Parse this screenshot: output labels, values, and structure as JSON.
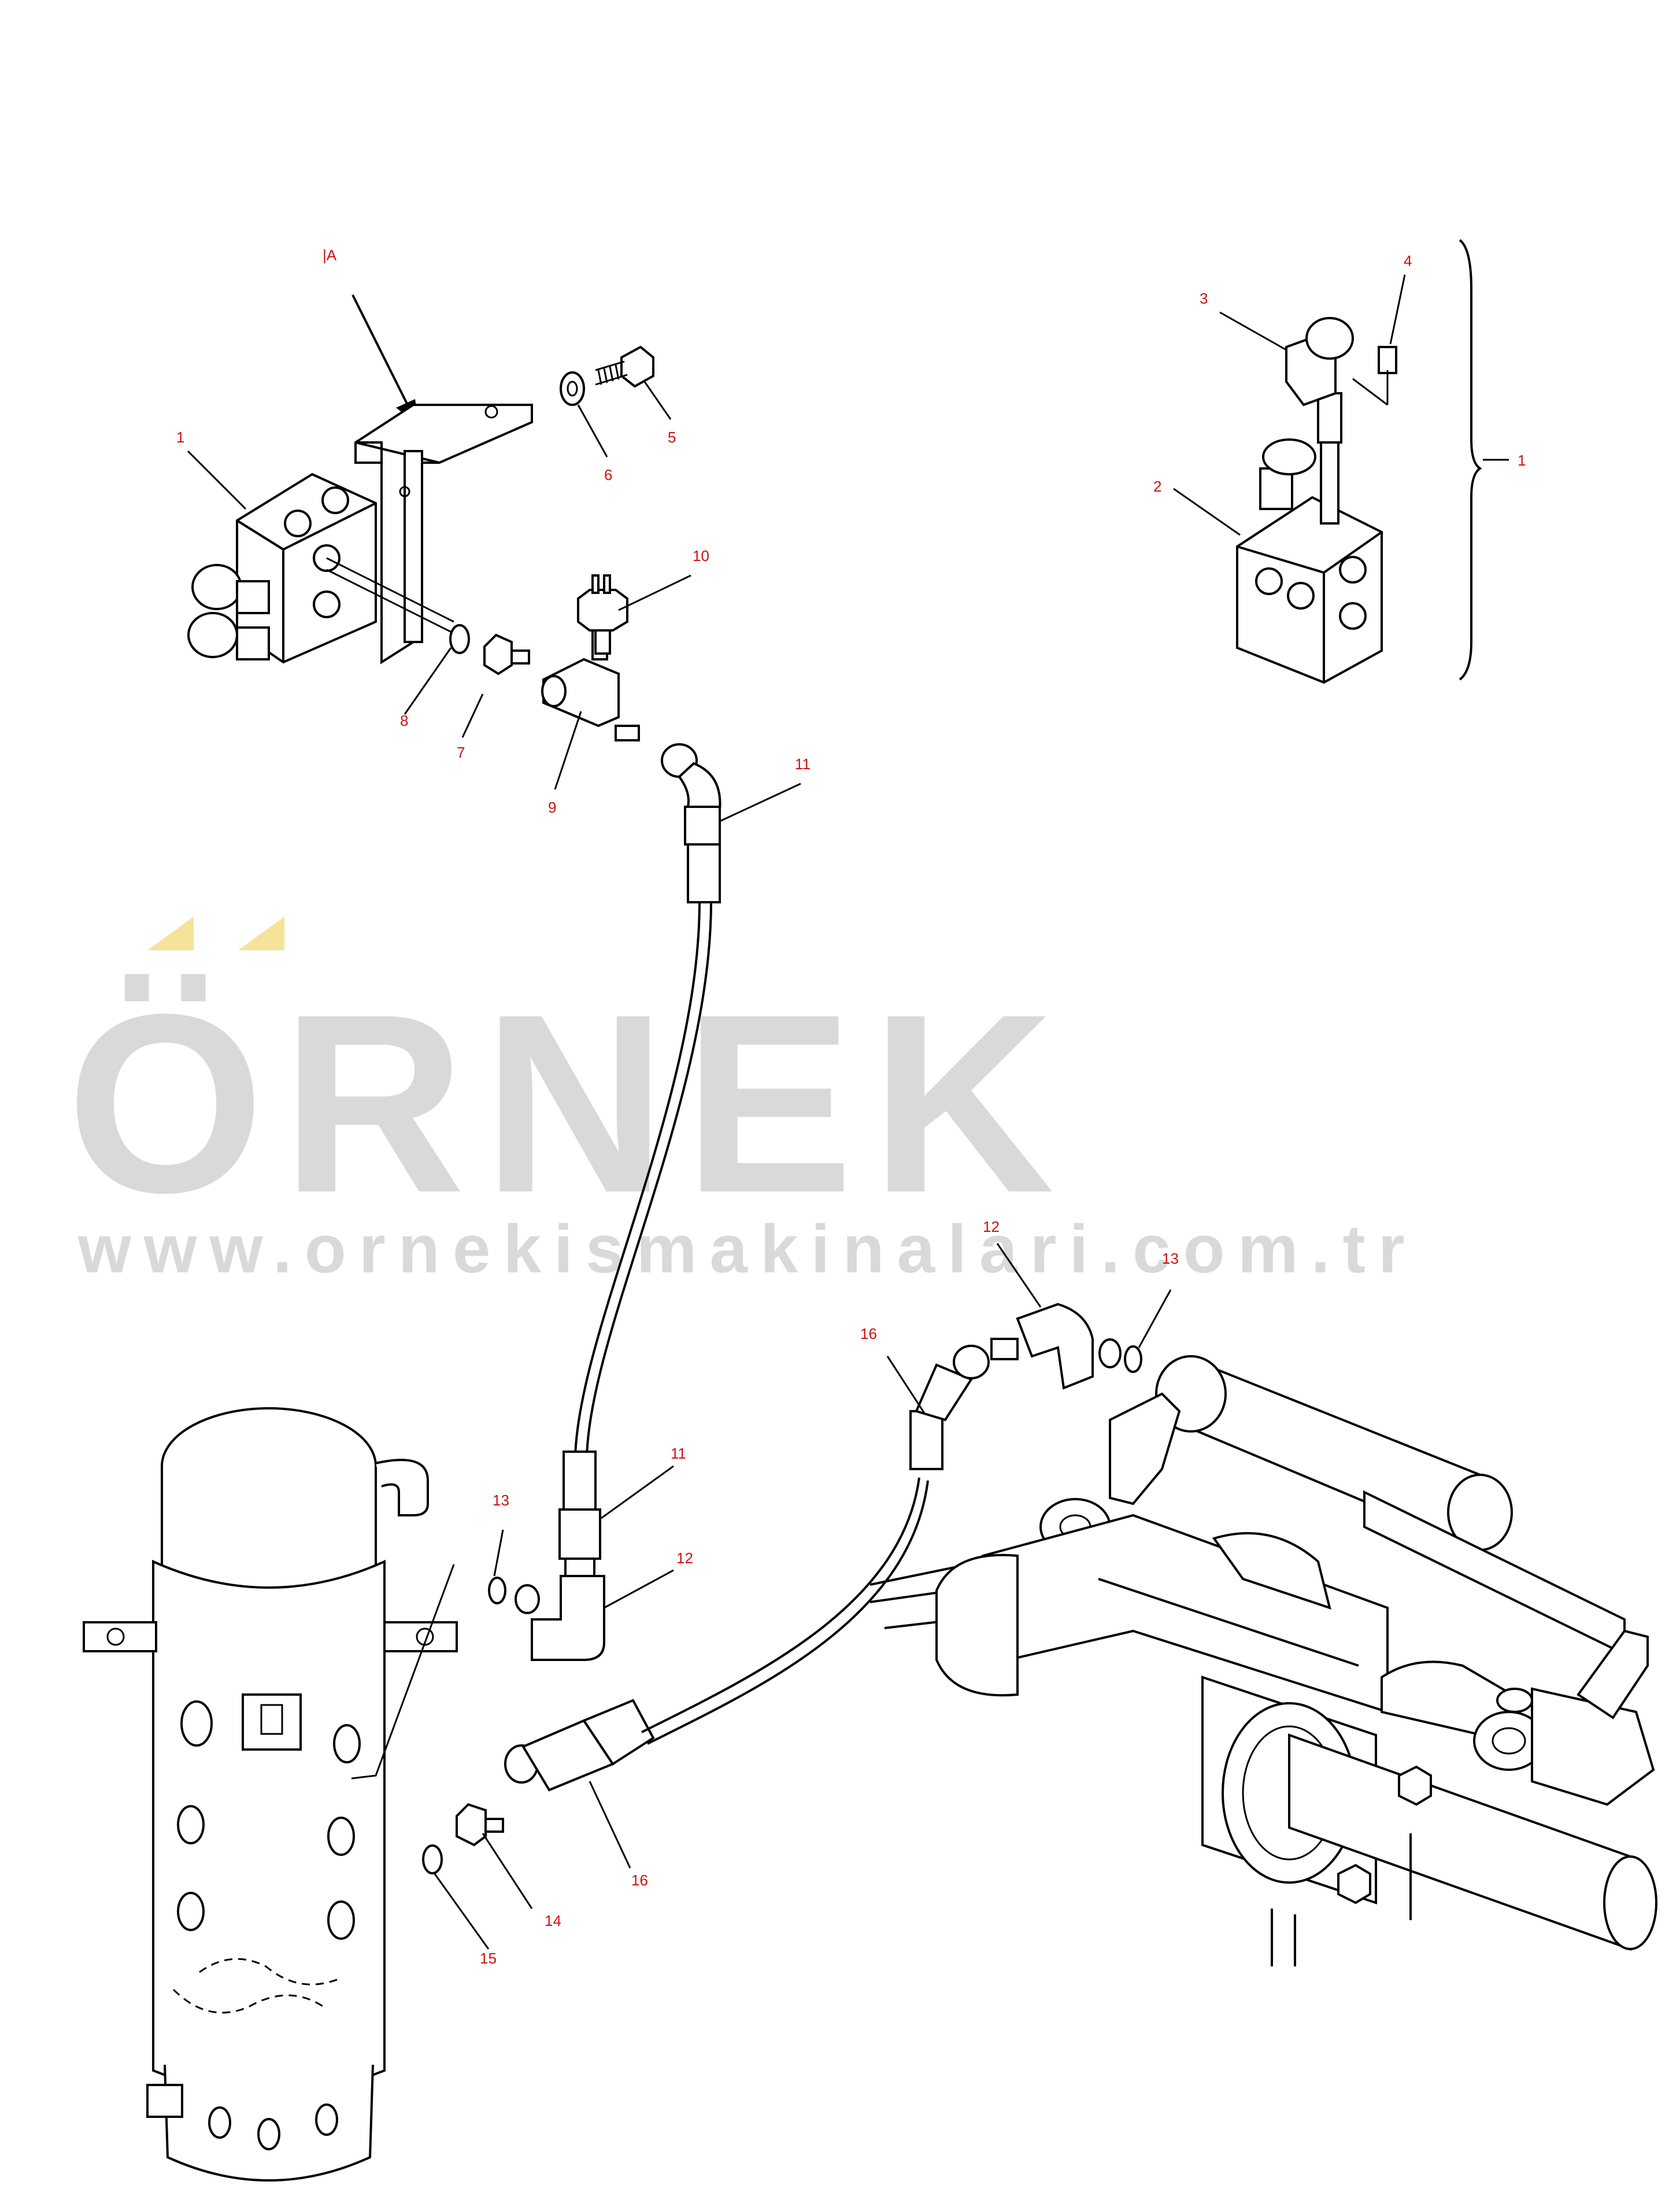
{
  "watermark": {
    "brand": "ÖRNEK",
    "url": "www.ornekismakinalari.com.tr",
    "accent_color": "#f7e29a",
    "text_color": "#d9d8db"
  },
  "view_marker": "|A",
  "callouts": {
    "c1a": "1",
    "c1b": "1",
    "c2": "2",
    "c3": "3",
    "c4": "4",
    "c5": "5",
    "c6": "6",
    "c7": "7",
    "c8": "8",
    "c9": "9",
    "c10": "10",
    "c11a": "11",
    "c11b": "11",
    "c12a": "12",
    "c12b": "12",
    "c13a": "13",
    "c13b": "13",
    "c14": "14",
    "c15": "15",
    "c16a": "16",
    "c16b": "16"
  },
  "callout_color": "#d01010"
}
